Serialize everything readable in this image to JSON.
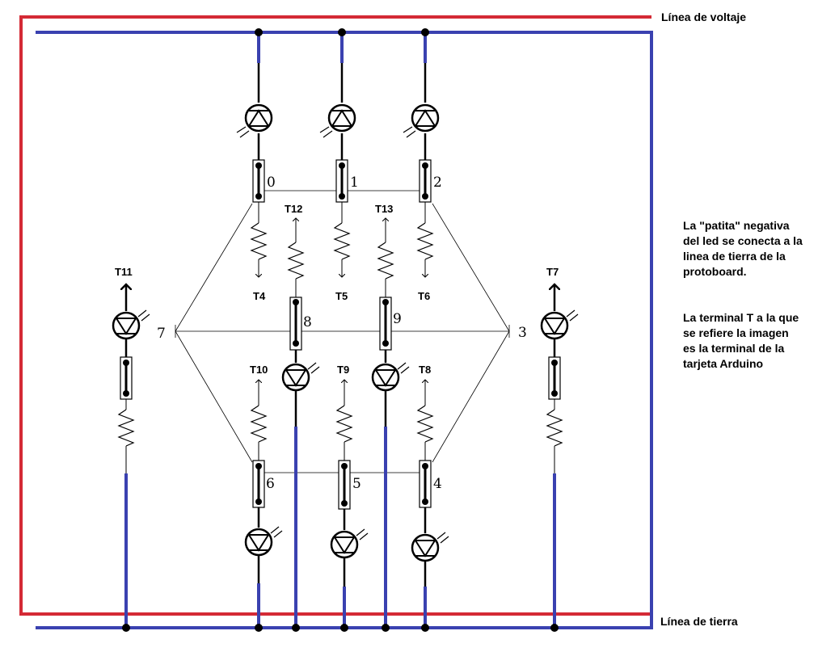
{
  "rails": {
    "voltage_label": "Línea de voltaje",
    "ground_label": "Línea de tierra",
    "colors": {
      "voltage": "#d42a35",
      "ground": "#3a41b0"
    }
  },
  "note": {
    "paragraph1": "La \"patita\" negativa del led se conecta a la linea de tierra de la protoboard.",
    "paragraph2": "La terminal T a la que se refiere la imagen es la terminal de la tarjeta Arduino"
  },
  "nodes": [
    "0",
    "1",
    "2",
    "3",
    "4",
    "5",
    "6",
    "7",
    "8",
    "9"
  ],
  "terminals": [
    "T4",
    "T5",
    "T6",
    "T7",
    "T8",
    "T9",
    "T10",
    "T11",
    "T12",
    "T13"
  ]
}
